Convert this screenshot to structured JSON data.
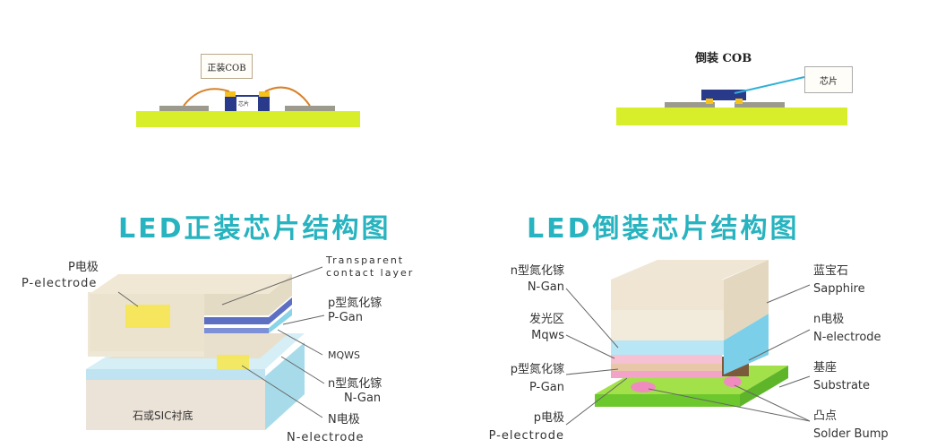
{
  "top": {
    "face_up_label": "正装COB",
    "flip_label": "倒装 COB",
    "chip_callout": "芯片",
    "chip_text": "芯片"
  },
  "titles": {
    "face_up": "LED正装芯片结构图",
    "flip": "LED倒装芯片结构图"
  },
  "face_up": {
    "p_electrode_cn": "P电极",
    "p_electrode_en": "P-electrode",
    "transparent_1": "Transparent",
    "transparent_2": "contact layer",
    "p_gan_cn": "p型氮化镓",
    "p_gan_en": "P-Gan",
    "mqws": "MQWS",
    "n_gan_cn": "n型氮化镓",
    "n_gan_en": "N-Gan",
    "n_electrode_cn": "N电极",
    "n_electrode_en": "N-electrode",
    "substrate": "石或SIC衬底"
  },
  "flip": {
    "n_gan_cn": "n型氮化镓",
    "n_gan_en": "N-Gan",
    "mqws_cn": "发光区",
    "mqws_en": "Mqws",
    "p_gan_cn": "p型氮化镓",
    "p_gan_en": "P-Gan",
    "p_electrode_cn": "p电极",
    "p_electrode_en": "P-electrode",
    "sapphire_cn": "蓝宝石",
    "sapphire_en": "Sapphire",
    "n_electrode_cn": "n电极",
    "n_electrode_en": "N-electrode",
    "substrate_cn": "基座",
    "substrate_en": "Substrate",
    "bump_cn": "凸点",
    "bump_en": "Solder Bump"
  }
}
